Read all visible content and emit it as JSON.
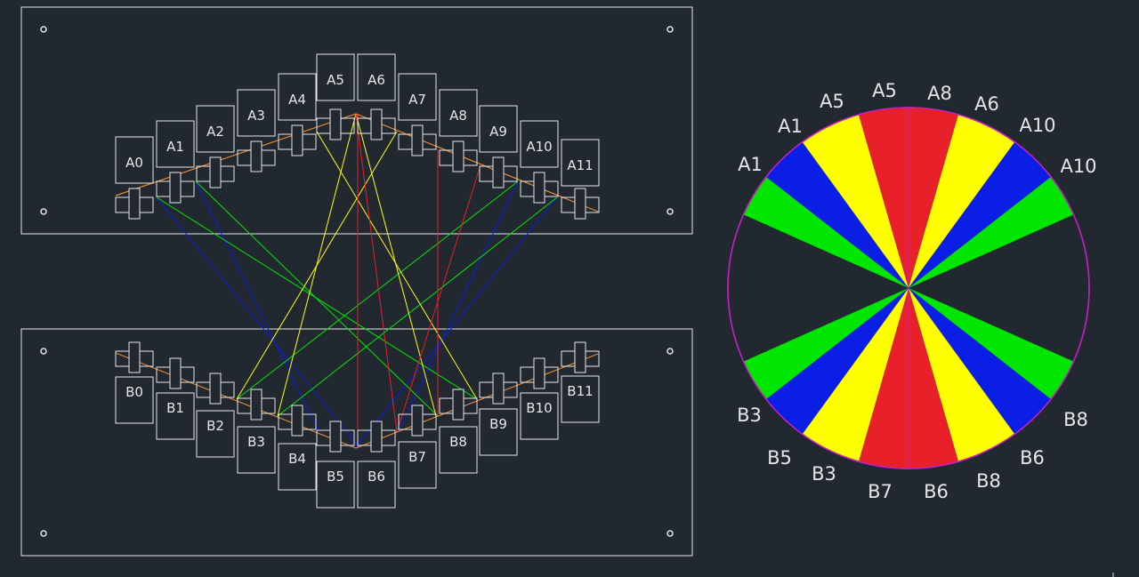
{
  "colors": {
    "background": "#212830",
    "outline": "#e6e6e6",
    "orange": "#e0883a",
    "red": "#e8202a",
    "yellow": "#ffff00",
    "blue": "#0a1ee6",
    "green": "#00e600",
    "magenta": "#c020c0"
  },
  "top_labels": [
    "A0",
    "A1",
    "A2",
    "A3",
    "A4",
    "A5",
    "A6",
    "A7",
    "A8",
    "A9",
    "A10",
    "A11"
  ],
  "bottom_labels": [
    "B0",
    "B1",
    "B2",
    "B3",
    "B4",
    "B5",
    "B6",
    "B7",
    "B8",
    "B9",
    "B10",
    "B11"
  ],
  "wheel_labels": {
    "top": [
      "A1",
      "A1",
      "A5",
      "A5",
      "A8",
      "A6",
      "A10",
      "A10"
    ],
    "bottom": [
      "B3",
      "B5",
      "B3",
      "B7",
      "B6",
      "B8",
      "B6",
      "B8"
    ]
  }
}
